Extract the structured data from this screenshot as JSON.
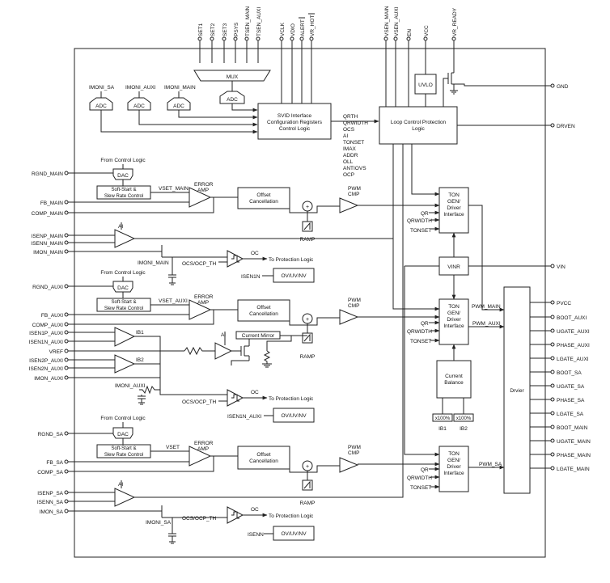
{
  "top_pins": {
    "set1": "SET1",
    "set2": "SET2",
    "set3": "SET3",
    "psys": "PSYS",
    "tsen_main": "TSEN_MAIN",
    "tsen_auxi": "TSEN_AUXI",
    "vclk": "VCLK",
    "vdio": "VDIO",
    "alert": "ALERT",
    "vr_hot": "VR_HOT",
    "vsen_main": "VSEN_MAIN",
    "vsen_auxi": "VSEN_AUXI",
    "en": "EN",
    "vcc": "VCC",
    "vr_ready": "VR_READY"
  },
  "left_pins": {
    "rgnd_main": "RGND_MAIN",
    "fb_main": "FB_MAIN",
    "comp_main": "COMP_MAIN",
    "isenp_main": "ISENP_MAIN",
    "isenn_main": "ISENN_MAIN",
    "imon_main": "IMON_MAIN",
    "rgnd_auxi": "RGND_AUXI",
    "fb_auxi": "FB_AUXI",
    "comp_auxi": "COMP_AUXI",
    "isen1p_auxi": "ISEN1P_AUXI",
    "isen1n_auxi": "ISEN1N_AUXI",
    "vref": "VREF",
    "isen2p_auxi": "ISEN2P_AUXI",
    "isen2n_auxi": "ISEN2N_AUXI",
    "imon_auxi": "IMON_AUXI",
    "rgnd_sa": "RGND_SA",
    "fb_sa": "FB_SA",
    "comp_sa": "COMP_SA",
    "isenp_sa": "ISENP_SA",
    "isenn_sa": "ISENN_SA",
    "imon_sa": "IMON_SA"
  },
  "right_pins": {
    "gnd": "GND",
    "drven": "DRVEN",
    "vin": "VIN",
    "pvcc": "PVCC",
    "boot_auxi": "BOOT_AUXI",
    "ugate_auxi": "UGATE_AUXI",
    "phase_auxi": "PHASE_AUXI",
    "lgate_auxi": "LGATE_AUXI",
    "boot_sa": "BOOT_SA",
    "ugate_sa": "UGATE_SA",
    "phase_sa": "PHASE_SA",
    "lgate_sa": "LGATE_SA",
    "boot_main": "BOOT_MAIN",
    "ugate_main": "UGATE_MAIN",
    "phase_main": "PHASE_MAIN",
    "lgate_main": "LGATE_MAIN"
  },
  "blocks": {
    "mux": "MUX",
    "adc": "ADC",
    "uvlo": "UVLO",
    "imoni_sa": "IMONI_SA",
    "imoni_auxi": "IMONI_AUXI",
    "imoni_main": "IMONI_MAIN",
    "svid_line1": "SVID Interface",
    "svid_line2": "Configuration Registers",
    "svid_line3": "Control Logic",
    "loop_line1": "Loop Control Protection",
    "loop_line2": "Logic",
    "svid_outputs": [
      "QRTH",
      "QRWIDTH",
      "OCS",
      "AI",
      "TONSET",
      "IMAX",
      "ADDR",
      "OLL",
      "ANTIOVS",
      "OCP"
    ],
    "from_control_logic": "From Control Logic",
    "dac": "DAC",
    "soft_start_1": "Soft-Start &",
    "soft_start_2": "Slew Rate Control",
    "vset_main": "VSET_MAIN",
    "vset_auxi": "VSET_AUXI",
    "vset": "VSET",
    "error_amp_1": "ERROR",
    "error_amp_2": "AMP",
    "offset_1": "Offset",
    "offset_2": "Cancellation",
    "pwm_1": "PWM",
    "pwm_2": "CMP",
    "ramp": "RAMP",
    "ai": "AI",
    "oc": "OC",
    "ocs_ocp_th": "OCS/OCP_TH",
    "to_protection": "To Protection Logic",
    "ov_uv_nv": "OV/UV/NV",
    "isen1n": "ISEN1N",
    "isen1n_auxi": "ISEN1N_AUXI",
    "isenn": "ISENN",
    "imoni_main_node": "IMONI_MAIN",
    "imoni_auxi_node": "IMONI_AUXI",
    "imoni_sa_node": "IMONI_SA",
    "ton_1": "TON",
    "ton_2": "GEN/",
    "ton_3": "Driver",
    "ton_4": "Interface",
    "qr": "QR",
    "qrwidth": "QRWIDTH",
    "tonset": "TONSET",
    "vinr": "VINR",
    "current_balance_1": "Current",
    "current_balance_2": "Balance",
    "x100_1": "x100%",
    "x100_2": "x100%",
    "ib1": "IB1",
    "ib2": "IB2",
    "current_mirror": "Current Mirror",
    "pwm_main": "PWM_MAIN",
    "pwm_auxi": "PWM_AUXI",
    "pwm_sa": "PWM_SA",
    "driver": "Drvier",
    "plus": "+"
  }
}
